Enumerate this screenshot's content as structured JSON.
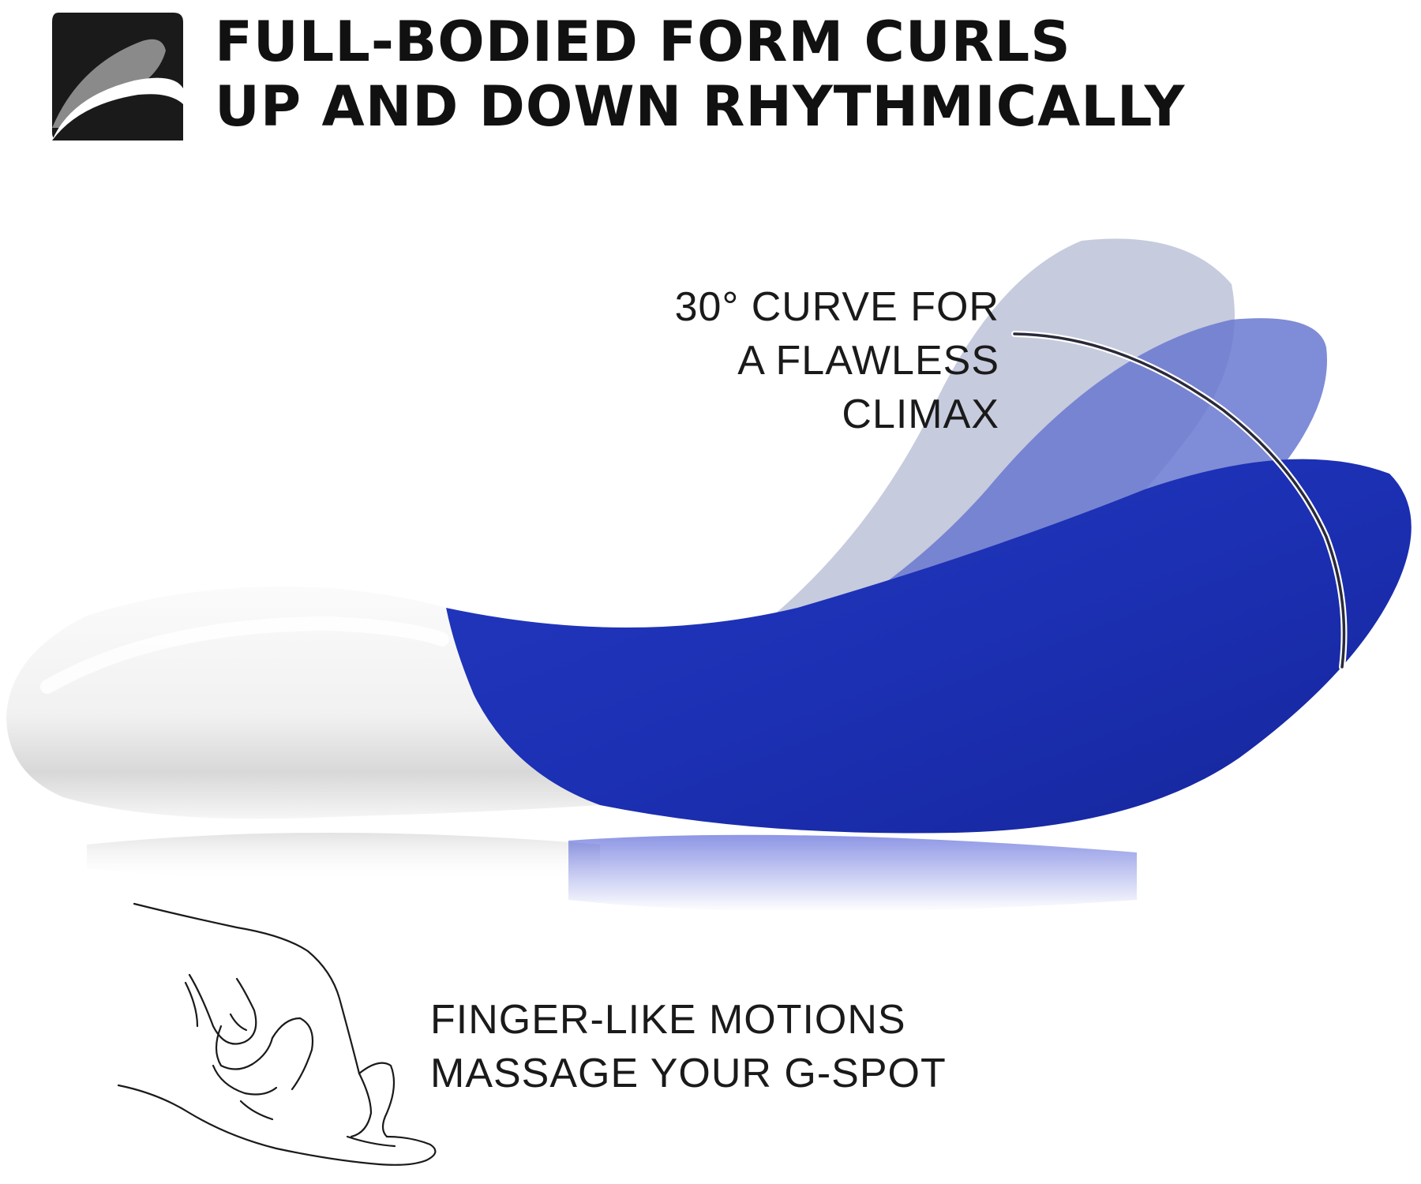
{
  "headline": {
    "line1": "FULL-BODIED FORM CURLS",
    "line2": "UP AND DOWN RHYTHMICALLY"
  },
  "curve_caption": {
    "line1": "30° CURVE FOR",
    "line2": "A FLAWLESS",
    "line3": "CLIMAX"
  },
  "motion_caption": {
    "line1": "FINGER-LIKE MOTIONS",
    "line2": "MASSAGE YOUR G-SPOT"
  },
  "icons": {
    "header_badge": "curl-motion-icon",
    "hand": "beckoning-hand-icon"
  },
  "colors": {
    "text": "#111111",
    "badge": "#1a1a1a",
    "product_blue": "#1e32b8",
    "product_white": "#f4f4f4",
    "ghost_light": "#bcc2d8",
    "ghost_mid": "#6878d0"
  }
}
